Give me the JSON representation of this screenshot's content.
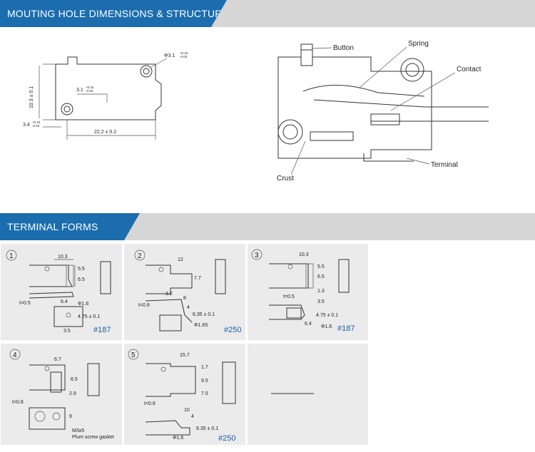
{
  "sections": {
    "mounting_title": "MOUTING HOLE DIMENSIONS & STRUCTURE",
    "terminal_title": "TERMINAL FORMS"
  },
  "mounting": {
    "hole_dia": "Φ3.1",
    "hole_dia_tol_top": "+0.15",
    "hole_dia_tol_bottom": "-0.03",
    "height": "10.3 ± 0.1",
    "inner_hole": "3.1",
    "inner_hole_tol_top": "+0.15",
    "inner_hole_tol_bottom": "-0.03",
    "offset": "3.4",
    "offset_tol_top": "+0.15",
    "offset_tol_bottom": "-0.03",
    "width": "22.2 ± 0.2"
  },
  "structure": {
    "button": "Button",
    "spring": "Spring",
    "contact": "Contact",
    "terminal": "Terminal",
    "crust": "Crust"
  },
  "terminals": [
    {
      "num": "1",
      "dims": [
        "10.3",
        "5.5",
        "6.5",
        "t=0.5",
        "6.4",
        "Φ1.6",
        "4.75 ± 0.1",
        "3.5"
      ],
      "badge": "#187"
    },
    {
      "num": "2",
      "dims": [
        "12",
        "7.7",
        "3.2",
        "8",
        "t=0.8",
        "4",
        "6.35 ± 0.1",
        "Φ1.65"
      ],
      "badge": "#250"
    },
    {
      "num": "3",
      "dims": [
        "10.3",
        "5.5",
        "6.5",
        "1.3",
        "t=0.5",
        "3.5",
        "4.75 ± 0.1",
        "6.4",
        "Φ1.6"
      ],
      "badge": "#187"
    },
    {
      "num": "4",
      "dims": [
        "6.7",
        "6.5",
        "2.9",
        "t=0.8",
        "9",
        "M3x5",
        "Plum screw gasket"
      ],
      "badge": ""
    },
    {
      "num": "5",
      "dims": [
        "15.7",
        "1.7",
        "9.5",
        "7.5",
        "t=0.8",
        "10",
        "4",
        "6.35 ± 0.1",
        "Φ1.6"
      ],
      "badge": "#250"
    }
  ]
}
